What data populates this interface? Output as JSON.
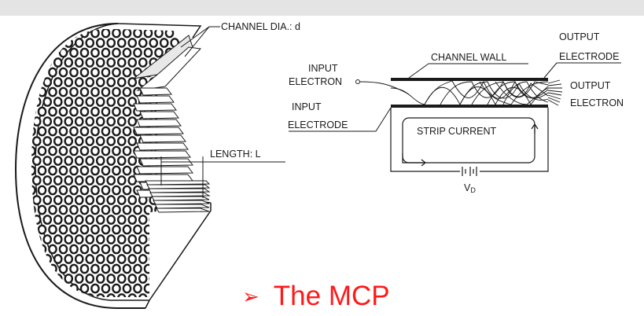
{
  "labels": {
    "channel_dia": "CHANNEL DIA.: d",
    "length": "LENGTH: L",
    "channel_wall": "CHANNEL WALL",
    "output_electrode_line1": "OUTPUT",
    "output_electrode_line2": "ELECTRODE",
    "input_electron_line1": "INPUT",
    "input_electron_line2": "ELECTRON",
    "output_electron_line1": "OUTPUT",
    "output_electron_line2": "ELECTRON",
    "input_electrode_line1": "INPUT",
    "input_electrode_line2": "ELECTRODE",
    "strip_current": "STRIP CURRENT",
    "voltage": "V",
    "voltage_subscript": "D"
  },
  "caption": {
    "bullet": "➢",
    "text": "The MCP"
  },
  "colors": {
    "caption": "#ff1a1a",
    "line": "#1a1a1a",
    "topbar": "#e4e4e4"
  }
}
